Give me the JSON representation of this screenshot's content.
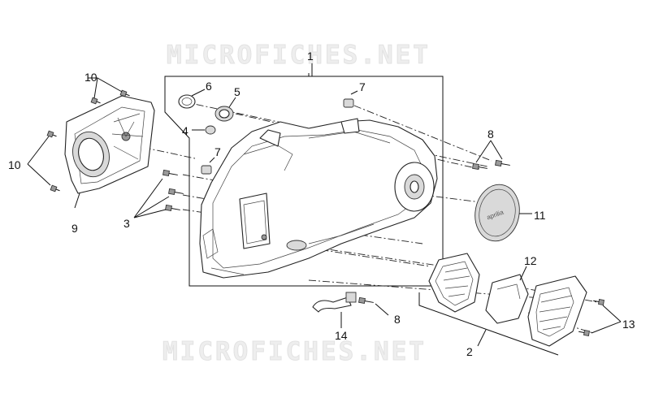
{
  "watermark": {
    "top": "MICROFICHES.NET",
    "bottom": "MICROFICHES.NET"
  },
  "cover_logo": "aprilia",
  "callouts": {
    "c1": "1",
    "c2": "2",
    "c3": "3",
    "c4": "4",
    "c5": "5",
    "c6": "6",
    "c7a": "7",
    "c7b": "7",
    "c8a": "8",
    "c8b": "8",
    "c9": "9",
    "c10a": "10",
    "c10b": "10",
    "c11": "11",
    "c12": "12",
    "c13": "13",
    "c14": "14"
  }
}
